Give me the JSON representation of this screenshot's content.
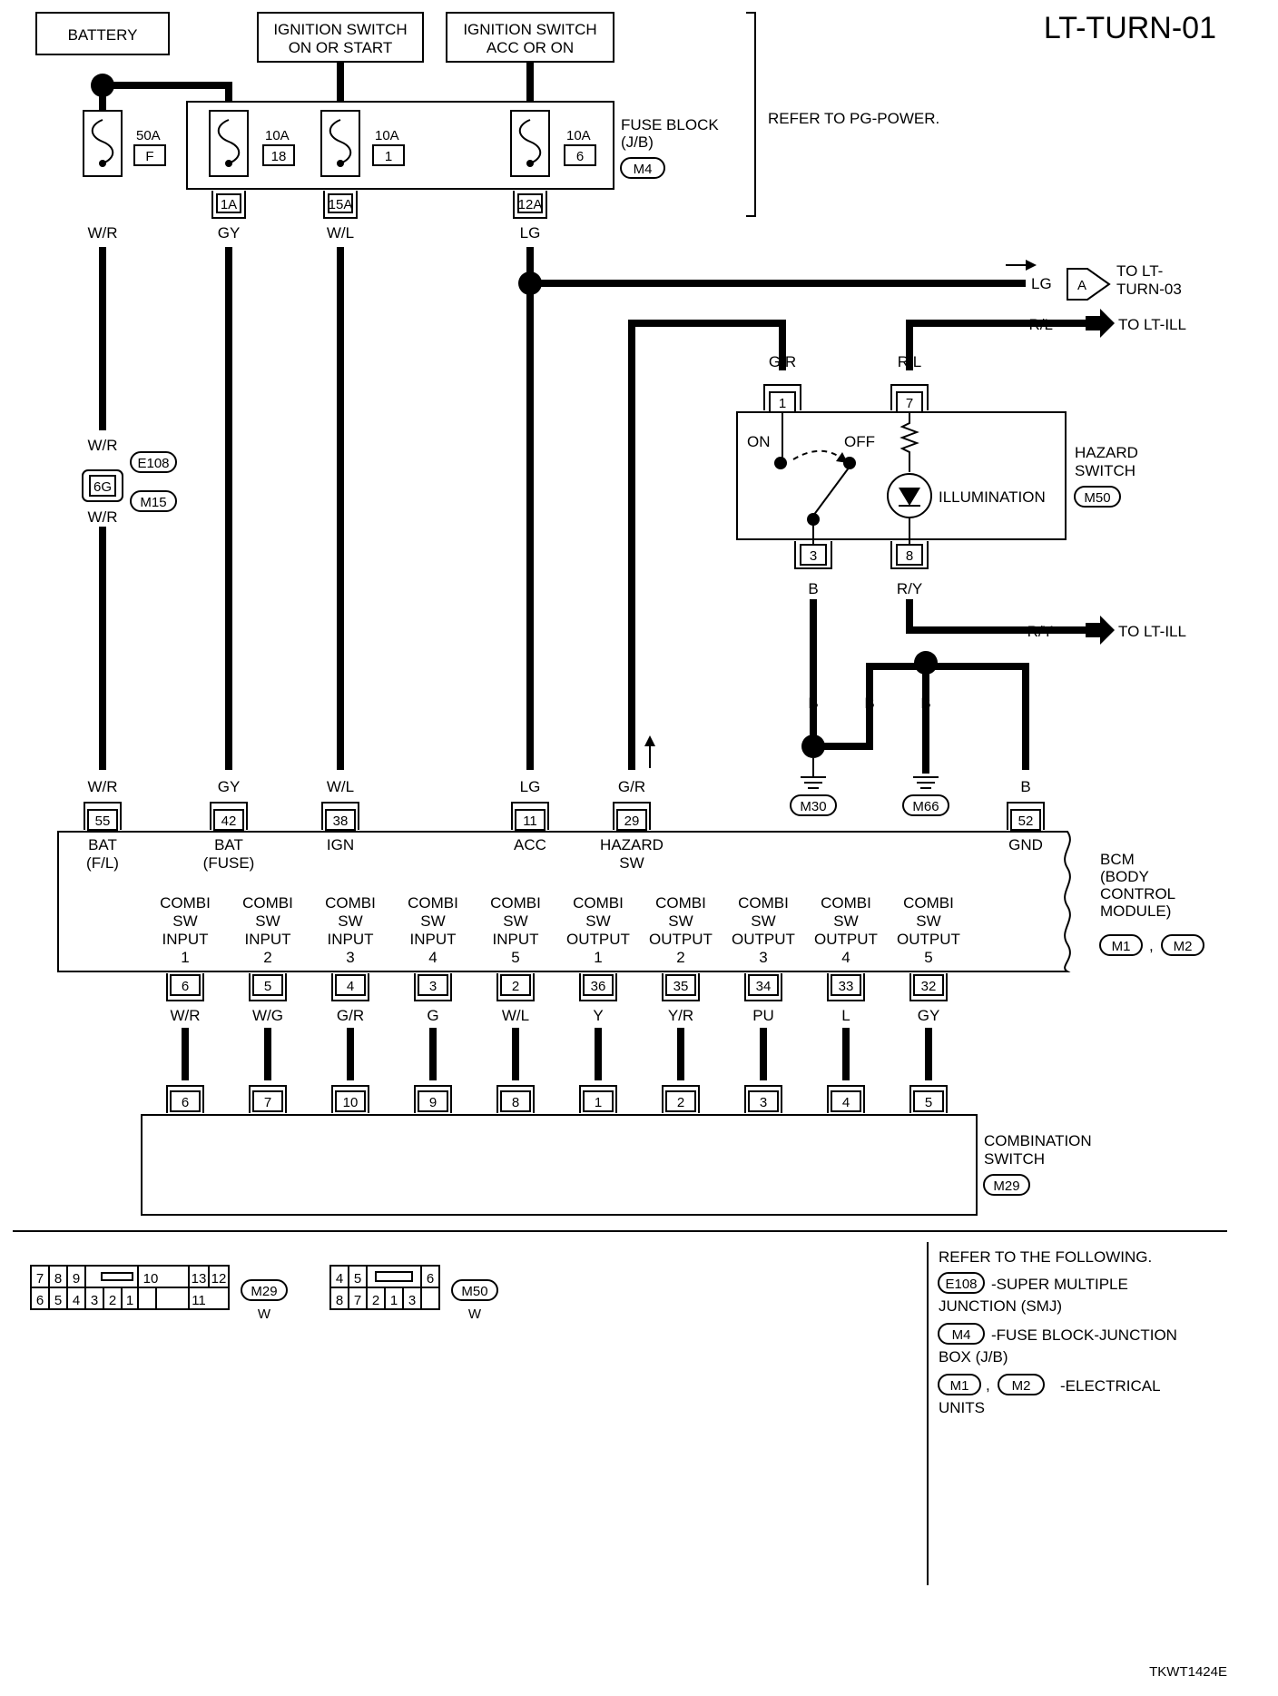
{
  "page_title": "LT-TURN-01",
  "footer_code": "TKWT1424E",
  "top_sources": {
    "battery": "BATTERY",
    "ign_on_start": [
      "IGNITION SWITCH",
      "ON OR START"
    ],
    "ign_acc_on": [
      "IGNITION SWITCH",
      "ACC OR ON"
    ]
  },
  "refer_pg_power": "REFER TO PG-POWER.",
  "fuse_block": {
    "label": [
      "FUSE BLOCK",
      "(J/B)"
    ],
    "connector": "M4",
    "fuses": [
      {
        "amp": "50A",
        "num": "F",
        "out_wire": "W/R",
        "out_term": ""
      },
      {
        "amp": "10A",
        "num": "18",
        "out_wire": "GY",
        "out_term": "1A"
      },
      {
        "amp": "10A",
        "num": "1",
        "out_wire": "W/L",
        "out_term": "15A"
      },
      {
        "amp": "10A",
        "num": "6",
        "out_wire": "LG",
        "out_term": "12A"
      }
    ]
  },
  "smj": {
    "term": "6G",
    "wire_top": "W/R",
    "wire_bottom": "W/R",
    "connectors": [
      "E108",
      "M15"
    ]
  },
  "to_lt_turn03": {
    "wire": "LG",
    "connector": "A",
    "label": [
      "TO LT-",
      "TURN-03"
    ]
  },
  "to_lt_ill_1": {
    "wire": "R/L",
    "label": "TO LT-ILL"
  },
  "to_lt_ill_2": {
    "wire": "R/Y",
    "label": "TO LT-ILL"
  },
  "hazard_switch": {
    "label": [
      "HAZARD",
      "SWITCH"
    ],
    "connector": "M50",
    "on": "ON",
    "off": "OFF",
    "illumination": "ILLUMINATION",
    "pins": {
      "p1": {
        "num": "1",
        "wire": "G/R"
      },
      "p7": {
        "num": "7",
        "wire": "R/L"
      },
      "p3": {
        "num": "3",
        "wire": "B"
      },
      "p8": {
        "num": "8",
        "wire": "R/Y"
      }
    }
  },
  "grounds": {
    "wire_b": "B",
    "m30": "M30",
    "m66": "M66"
  },
  "bcm": {
    "label": [
      "BCM",
      "(BODY",
      "CONTROL",
      "MODULE)"
    ],
    "connectors": [
      "M1",
      "M2"
    ],
    "top_pins": [
      {
        "num": "55",
        "wire": "W/R",
        "name": [
          "BAT",
          "(F/L)"
        ]
      },
      {
        "num": "42",
        "wire": "GY",
        "name": [
          "BAT",
          "(FUSE)"
        ]
      },
      {
        "num": "38",
        "wire": "W/L",
        "name": [
          "IGN",
          ""
        ]
      },
      {
        "num": "11",
        "wire": "LG",
        "name": [
          "ACC",
          ""
        ]
      },
      {
        "num": "29",
        "wire": "G/R",
        "name": [
          "HAZARD",
          "SW"
        ]
      },
      {
        "num": "52",
        "wire": "B",
        "name": [
          "GND",
          ""
        ]
      }
    ],
    "bottom_pins": [
      {
        "num": "6",
        "wire": "W/R",
        "name": [
          "COMBI",
          "SW",
          "INPUT",
          "1"
        ]
      },
      {
        "num": "5",
        "wire": "W/G",
        "name": [
          "COMBI",
          "SW",
          "INPUT",
          "2"
        ]
      },
      {
        "num": "4",
        "wire": "G/R",
        "name": [
          "COMBI",
          "SW",
          "INPUT",
          "3"
        ]
      },
      {
        "num": "3",
        "wire": "G",
        "name": [
          "COMBI",
          "SW",
          "INPUT",
          "4"
        ]
      },
      {
        "num": "2",
        "wire": "W/L",
        "name": [
          "COMBI",
          "SW",
          "INPUT",
          "5"
        ]
      },
      {
        "num": "36",
        "wire": "Y",
        "name": [
          "COMBI",
          "SW",
          "OUTPUT",
          "1"
        ]
      },
      {
        "num": "35",
        "wire": "Y/R",
        "name": [
          "COMBI",
          "SW",
          "OUTPUT",
          "2"
        ]
      },
      {
        "num": "34",
        "wire": "PU",
        "name": [
          "COMBI",
          "SW",
          "OUTPUT",
          "3"
        ]
      },
      {
        "num": "33",
        "wire": "L",
        "name": [
          "COMBI",
          "SW",
          "OUTPUT",
          "4"
        ]
      },
      {
        "num": "32",
        "wire": "GY",
        "name": [
          "COMBI",
          "SW",
          "OUTPUT",
          "5"
        ]
      }
    ]
  },
  "combination_switch": {
    "label": [
      "COMBINATION",
      "SWITCH"
    ],
    "connector": "M29",
    "pins": [
      {
        "num": "6",
        "name": [
          "INPUT",
          "1"
        ]
      },
      {
        "num": "7",
        "name": [
          "INPUT",
          "2"
        ]
      },
      {
        "num": "10",
        "name": [
          "INPUT",
          "3"
        ]
      },
      {
        "num": "9",
        "name": [
          "INPUT",
          "4"
        ]
      },
      {
        "num": "8",
        "name": [
          "INPUT",
          "5"
        ]
      },
      {
        "num": "1",
        "name": [
          "OUTPUT",
          "1"
        ]
      },
      {
        "num": "2",
        "name": [
          "OUTPUT",
          "2"
        ]
      },
      {
        "num": "3",
        "name": [
          "OUTPUT",
          "3"
        ]
      },
      {
        "num": "4",
        "name": [
          "OUTPUT",
          "4"
        ]
      },
      {
        "num": "5",
        "name": [
          "OUTPUT",
          "5"
        ]
      }
    ]
  },
  "connector_faces": [
    {
      "id": "M29",
      "color": "W",
      "top": [
        "7",
        "8",
        "9",
        "",
        "10",
        "",
        "13",
        "12"
      ],
      "bottom": [
        "6",
        "5",
        "4",
        "3",
        "2",
        "1",
        "",
        "11",
        ""
      ]
    },
    {
      "id": "M50",
      "color": "W",
      "top": [
        "4",
        "5",
        "",
        "6"
      ],
      "bottom": [
        "8",
        "7",
        "2",
        "1",
        "3"
      ]
    }
  ],
  "refer_following": {
    "heading": "REFER TO THE FOLLOWING.",
    "items": [
      {
        "codes": [
          "E108"
        ],
        "text": [
          "-SUPER MULTIPLE",
          "JUNCTION (SMJ)"
        ]
      },
      {
        "codes": [
          "M4"
        ],
        "text": [
          "-FUSE BLOCK-JUNCTION",
          "BOX (J/B)"
        ]
      },
      {
        "codes": [
          "M1",
          "M2"
        ],
        "text": [
          "-ELECTRICAL",
          "UNITS"
        ]
      }
    ]
  }
}
